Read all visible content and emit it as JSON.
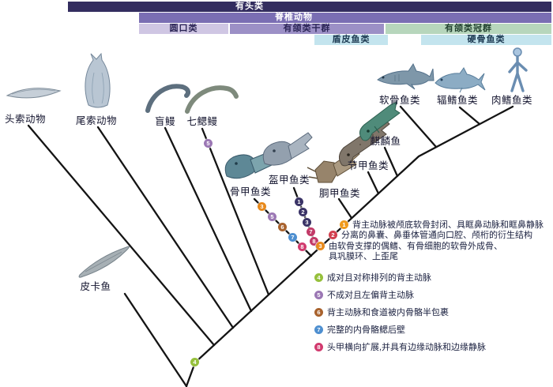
{
  "clade_bars": [
    {
      "label": "有头类",
      "bg": "#332D5F",
      "fg": "#FFFFFF"
    },
    {
      "label": "脊椎动物",
      "bg": "#7A6EB3",
      "fg": "#FFFFFF"
    },
    {
      "label": "圆口类",
      "bg": "#CFC6E3",
      "fg": "#2B2556"
    },
    {
      "label": "有颌类干群",
      "bg": "#9C90C6",
      "fg": "#2B2556"
    },
    {
      "label": "有颌类冠群",
      "bg": "#B7D6BC",
      "fg": "#21402F"
    },
    {
      "label": "盾皮鱼类",
      "bg": "#C3E4EE",
      "fg": "#1D3A52"
    },
    {
      "label": "硬骨鱼类",
      "bg": "#C3E4EE",
      "fg": "#1D3A52"
    }
  ],
  "taxa": [
    {
      "name": "头索动物"
    },
    {
      "name": "尾索动物"
    },
    {
      "name": "盲鳗"
    },
    {
      "name": "七鳃鳗"
    },
    {
      "name": "骨甲鱼类"
    },
    {
      "name": "盔甲鱼类"
    },
    {
      "name": "胴甲鱼类"
    },
    {
      "name": "节甲鱼类"
    },
    {
      "name": "麒麟鱼"
    },
    {
      "name": "软骨鱼类"
    },
    {
      "name": "辐鳍鱼类"
    },
    {
      "name": "肉鳍鱼类"
    },
    {
      "name": "皮卡鱼"
    }
  ],
  "characters": [
    {
      "num": "1",
      "color": "#F09A1C",
      "text": "背主动脉被颅底软骨封闭、具眶鼻动脉和眶鼻静脉"
    },
    {
      "num": "2",
      "color": "#D2404F",
      "text": "分离的鼻囊、鼻垂体管通向口腔、颅桁的衍生结构"
    },
    {
      "num": "3",
      "color": "#E8891B",
      "text": "由软骨支撑的偶鳍、有骨细胞的软骨外成骨、具巩膜环、上歪尾"
    },
    {
      "num": "4",
      "color": "#96C03C",
      "text": "成对且对称排列的背主动脉"
    },
    {
      "num": "5",
      "color": "#9B77B4",
      "text": "不成对且左偏背主动脉"
    },
    {
      "num": "6",
      "color": "#A8622D",
      "text": "背主动脉和食道被内骨骼半包裹"
    },
    {
      "num": "7",
      "color": "#4E8FD0",
      "text": "完整的内骨骼鳃后壁"
    },
    {
      "num": "8",
      "color": "#D13A6E",
      "text": "头甲横向扩展,并具有边缘动脉和边缘静脉"
    }
  ],
  "tree_markers": [
    {
      "num": "4",
      "color": "#96C03C"
    },
    {
      "num": "5",
      "color": "#9B77B4"
    },
    {
      "num": "3",
      "color": "#E8891B"
    },
    {
      "num": "5",
      "color": "#9B77B4"
    },
    {
      "num": "6",
      "color": "#A8622D"
    },
    {
      "num": "7",
      "color": "#4E8FD0"
    },
    {
      "num": "8",
      "color": "#D13A6E"
    },
    {
      "num": "1",
      "color": "#3A3366"
    },
    {
      "num": "2",
      "color": "#3A3366"
    },
    {
      "num": "3",
      "color": "#3A3366"
    },
    {
      "num": "7",
      "color": "#C23A68"
    },
    {
      "num": "8",
      "color": "#C23A68"
    }
  ]
}
